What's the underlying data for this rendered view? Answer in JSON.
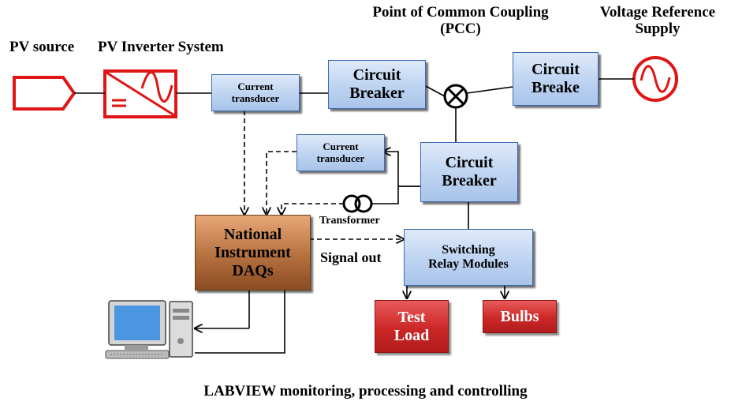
{
  "labels": {
    "pv_source": "PV source",
    "pv_inverter": "PV Inverter System",
    "pcc_line1": "Point of Common Coupling",
    "pcc_line2": "(PCC)",
    "vref_line1": "Voltage Reference",
    "vref_line2": "Supply",
    "transformer": "Transformer",
    "signal_out": "Signal out",
    "footer": "LABVIEW monitoring, processing and controlling"
  },
  "boxes": {
    "current_transducer_top": [
      "Current",
      "transducer"
    ],
    "circuit_breaker_1": [
      "Circuit",
      "Breaker"
    ],
    "circuit_breaker_2": [
      "Circuit",
      "Breake"
    ],
    "circuit_breaker_3": [
      "Circuit",
      "Breaker"
    ],
    "current_transducer_mid": [
      "Current",
      "transducer"
    ],
    "daq": [
      "National",
      "Instrument",
      "DAQs"
    ],
    "switching_relay": [
      "Switching",
      "Relay Modules"
    ],
    "test_load": [
      "Test",
      "Load"
    ],
    "bulbs": [
      "Bulbs"
    ]
  },
  "colors": {
    "source_red": "#e01515",
    "box_blue": "#bdd3f1",
    "daq_brown": "#a5612f",
    "load_red": "#cc2727"
  }
}
